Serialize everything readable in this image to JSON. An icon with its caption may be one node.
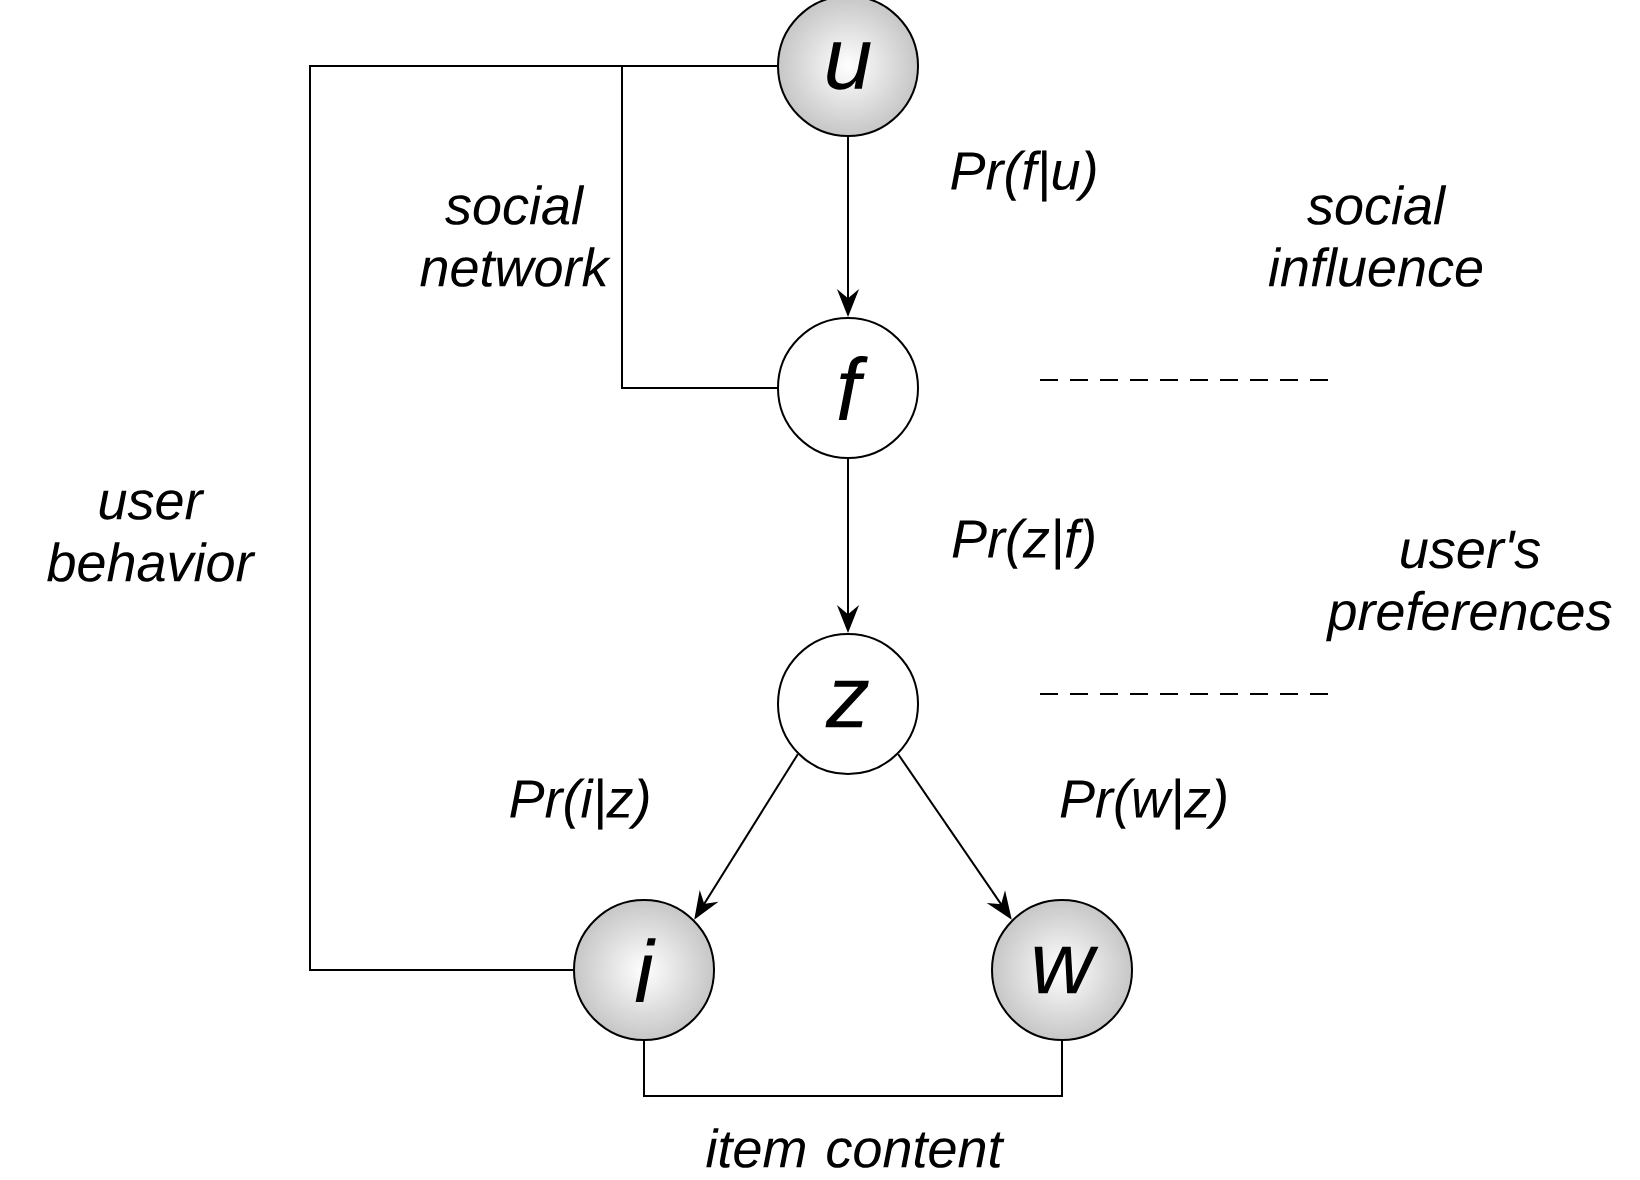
{
  "diagram": {
    "nodes": [
      {
        "text": [
          "u"
        ]
      },
      {
        "text": [
          "f"
        ]
      },
      {
        "text": [
          "z"
        ]
      },
      {
        "text": [
          "i"
        ]
      },
      {
        "text": [
          "w"
        ]
      }
    ],
    "edges": [
      {
        "from": 0,
        "to": 1,
        "arrow": "to",
        "label": "Pr(f|u)"
      },
      {
        "from": 1,
        "to": 2,
        "arrow": "to",
        "label": "Pr(z|f)"
      },
      {
        "from": 2,
        "to": 3,
        "arrow": "to",
        "label": "Pr(i|z)"
      },
      {
        "from": 2,
        "to": 4,
        "arrow": "to",
        "label": "Pr(w|z)"
      },
      {
        "from": 0,
        "to": 1,
        "arrow": "none",
        "label": "social network"
      },
      {
        "from": 0,
        "to": 3,
        "arrow": "none",
        "label": "user behavior"
      },
      {
        "from": 3,
        "to": 4,
        "arrow": "none",
        "label": "item content"
      }
    ],
    "labels": [
      "social influence",
      "user's preferences"
    ]
  }
}
